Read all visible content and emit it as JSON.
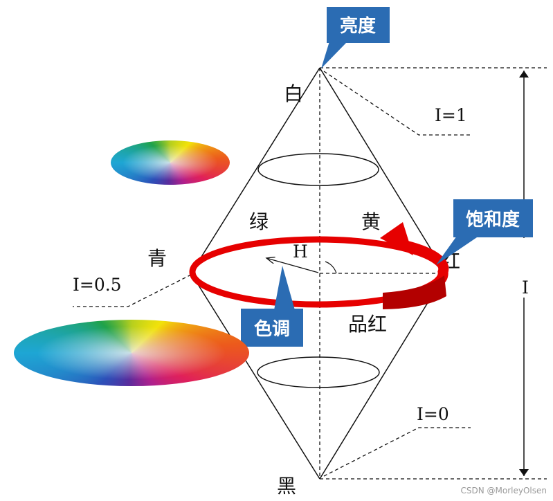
{
  "labels": {
    "white": "白",
    "black": "黑",
    "green": "绿",
    "yellow": "黄",
    "cyan": "青",
    "red": "红",
    "magenta": "品红",
    "hue_angle": "H",
    "i_top": "I=1",
    "i_mid": "I=0.5",
    "i_bottom": "I=0",
    "i_axis": "I"
  },
  "callouts": {
    "brightness": "亮度",
    "saturation": "饱和度",
    "hue": "色调"
  },
  "watermark": "CSDN @MorleyOlsen",
  "colors": {
    "callout": "#2b6cb3",
    "ring": "#e60000",
    "ring_dark": "#b30000",
    "line": "#111111"
  }
}
